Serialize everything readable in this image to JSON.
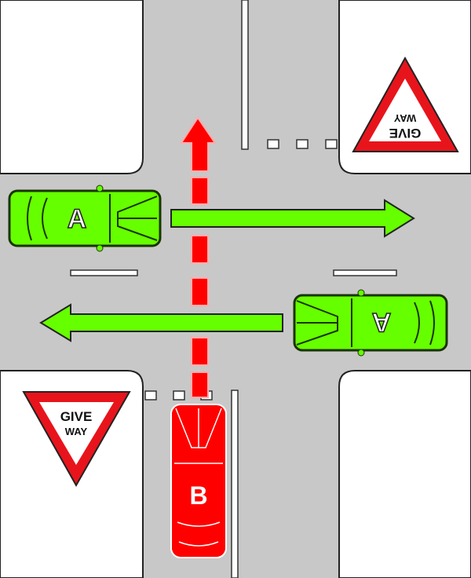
{
  "colors": {
    "road": "#c8c8c8",
    "green": "#66ff00",
    "red": "#ff0000",
    "outline": "#1a1a1a"
  },
  "car_a_left": {
    "label": "A"
  },
  "car_a_right": {
    "label": "A"
  },
  "car_b": {
    "label": "B"
  },
  "sign_top": {
    "line1": "GIVE",
    "line2": "WAY"
  },
  "sign_bottom": {
    "line1": "GIVE",
    "line2": "WAY"
  }
}
